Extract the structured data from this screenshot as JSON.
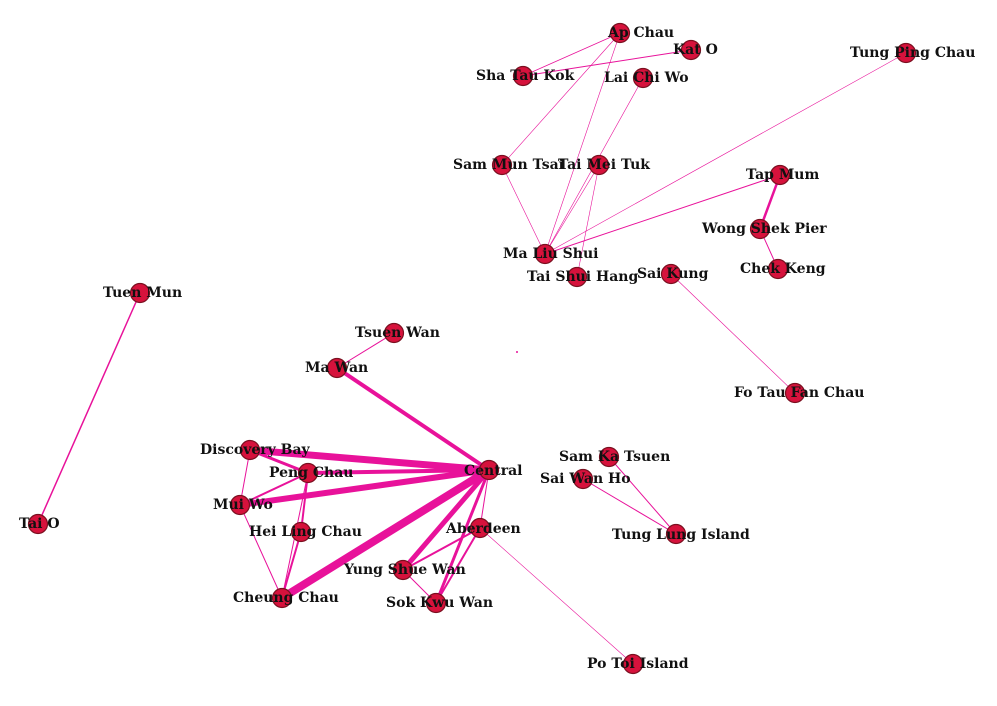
{
  "colors": {
    "node_fill": "#d6123c",
    "node_stroke": "#7a1020",
    "edge": "#e8129a",
    "label": "#111111"
  },
  "nodes": [
    {
      "id": "ap_chau",
      "label": "Ap Chau"
    },
    {
      "id": "kat_o",
      "label": "Kat O"
    },
    {
      "id": "sha_tau_kok",
      "label": "Sha Tau Kok"
    },
    {
      "id": "lai_chi_wo",
      "label": "Lai Chi Wo"
    },
    {
      "id": "tung_ping_chau",
      "label": "Tung Ping Chau"
    },
    {
      "id": "sam_mun_tsai",
      "label": "Sam Mun Tsai"
    },
    {
      "id": "tai_mei_tuk",
      "label": "Tai Mei Tuk"
    },
    {
      "id": "tap_mun",
      "label": "Tap Mum"
    },
    {
      "id": "wong_shek_pier",
      "label": "Wong Shek Pier"
    },
    {
      "id": "chek_keng",
      "label": "Chek Keng"
    },
    {
      "id": "ma_liu_shui",
      "label": "Ma Liu Shui"
    },
    {
      "id": "tai_shui_hang",
      "label": "Tai Shui Hang"
    },
    {
      "id": "sai_kung",
      "label": "Sai Kung"
    },
    {
      "id": "tuen_mun",
      "label": "Tuen Mun"
    },
    {
      "id": "tsuen_wan",
      "label": "Tsuen Wan"
    },
    {
      "id": "ma_wan",
      "label": "Ma Wan"
    },
    {
      "id": "fo_tau_fan_chau",
      "label": "Fo Tau Fan Chau"
    },
    {
      "id": "discovery_bay",
      "label": "Discovery Bay"
    },
    {
      "id": "peng_chau",
      "label": "Peng Chau"
    },
    {
      "id": "central",
      "label": "Central"
    },
    {
      "id": "sam_ka_tsuen",
      "label": "Sam Ka Tsuen"
    },
    {
      "id": "sai_wan_ho",
      "label": "Sai Wan Ho"
    },
    {
      "id": "mui_wo",
      "label": "Mui Wo"
    },
    {
      "id": "tai_o",
      "label": "Tai O"
    },
    {
      "id": "hei_ling_chau",
      "label": "Hei Ling Chau"
    },
    {
      "id": "aberdeen",
      "label": "Aberdeen"
    },
    {
      "id": "tung_lung_island",
      "label": "Tung Lung Island"
    },
    {
      "id": "yung_shue_wan",
      "label": "Yung Shue Wan"
    },
    {
      "id": "cheung_chau",
      "label": "Cheung Chau"
    },
    {
      "id": "sok_kwu_wan",
      "label": "Sok Kwu Wan"
    },
    {
      "id": "po_toi_island",
      "label": "Po Toi Island"
    }
  ],
  "edges": [
    {
      "source": "ma_wan",
      "target": "central",
      "weight": 4
    },
    {
      "source": "discovery_bay",
      "target": "central",
      "weight": 7
    },
    {
      "source": "peng_chau",
      "target": "central",
      "weight": 4
    },
    {
      "source": "mui_wo",
      "target": "central",
      "weight": 6
    },
    {
      "source": "cheung_chau",
      "target": "central",
      "weight": 8
    },
    {
      "source": "yung_shue_wan",
      "target": "central",
      "weight": 5
    },
    {
      "source": "sok_kwu_wan",
      "target": "central",
      "weight": 3
    },
    {
      "source": "aberdeen",
      "target": "central",
      "weight": 1
    },
    {
      "source": "ma_wan",
      "target": "tsuen_wan",
      "weight": 1
    },
    {
      "source": "discovery_bay",
      "target": "peng_chau",
      "weight": 3
    },
    {
      "source": "discovery_bay",
      "target": "mui_wo",
      "weight": 1
    },
    {
      "source": "peng_chau",
      "target": "mui_wo",
      "weight": 2
    },
    {
      "source": "peng_chau",
      "target": "hei_ling_chau",
      "weight": 2
    },
    {
      "source": "peng_chau",
      "target": "cheung_chau",
      "weight": 1
    },
    {
      "source": "hei_ling_chau",
      "target": "cheung_chau",
      "weight": 2
    },
    {
      "source": "mui_wo",
      "target": "cheung_chau",
      "weight": 1
    },
    {
      "source": "yung_shue_wan",
      "target": "aberdeen",
      "weight": 2
    },
    {
      "source": "sok_kwu_wan",
      "target": "aberdeen",
      "weight": 2
    },
    {
      "source": "yung_shue_wan",
      "target": "sok_kwu_wan",
      "weight": 1
    },
    {
      "source": "aberdeen",
      "target": "po_toi_island",
      "weight": 0.6
    },
    {
      "source": "tuen_mun",
      "target": "tai_o",
      "weight": 1.5
    },
    {
      "source": "sam_ka_tsuen",
      "target": "tung_lung_island",
      "weight": 1
    },
    {
      "source": "sai_wan_ho",
      "target": "tung_lung_island",
      "weight": 1
    },
    {
      "source": "sai_kung",
      "target": "fo_tau_fan_chau",
      "weight": 0.6
    },
    {
      "source": "tap_mun",
      "target": "wong_shek_pier",
      "weight": 2.5
    },
    {
      "source": "wong_shek_pier",
      "target": "chek_keng",
      "weight": 1
    },
    {
      "source": "ma_liu_shui",
      "target": "tap_mun",
      "weight": 1
    },
    {
      "source": "ma_liu_shui",
      "target": "tung_ping_chau",
      "weight": 0.6
    },
    {
      "source": "ma_liu_shui",
      "target": "ap_chau",
      "weight": 0.6
    },
    {
      "source": "ma_liu_shui",
      "target": "lai_chi_wo",
      "weight": 0.6
    },
    {
      "source": "ma_liu_shui",
      "target": "sam_mun_tsai",
      "weight": 0.6
    },
    {
      "source": "ma_liu_shui",
      "target": "tai_mei_tuk",
      "weight": 0.6
    },
    {
      "source": "tai_mei_tuk",
      "target": "tai_shui_hang",
      "weight": 0.6
    },
    {
      "source": "sam_mun_tsai",
      "target": "ap_chau",
      "weight": 0.6
    },
    {
      "source": "sha_tau_kok",
      "target": "kat_o",
      "weight": 1
    },
    {
      "source": "sha_tau_kok",
      "target": "ap_chau",
      "weight": 0.8
    }
  ]
}
